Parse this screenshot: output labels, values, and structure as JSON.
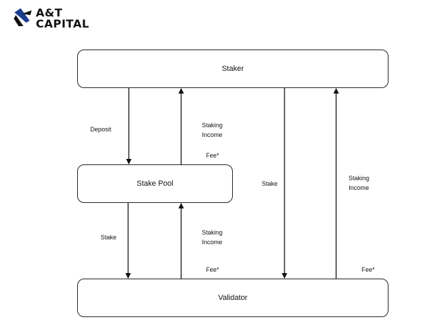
{
  "logo": {
    "line1": "A&T",
    "line2": "CAPITAL"
  },
  "nodes": {
    "staker": "Staker",
    "stake_pool": "Stake Pool",
    "validator": "Validator"
  },
  "edges": {
    "deposit": "Deposit",
    "staking_income_top_line1": "Staking",
    "staking_income_top_line2": "Income",
    "fee_top": "Fee*",
    "stake_left": "Stake",
    "staking_income_mid_line1": "Staking",
    "staking_income_mid_line2": "Income",
    "fee_mid": "Fee*",
    "stake_direct": "Stake",
    "staking_income_right_line1": "Staking",
    "staking_income_right_line2": "Income",
    "fee_right": "Fee*"
  }
}
